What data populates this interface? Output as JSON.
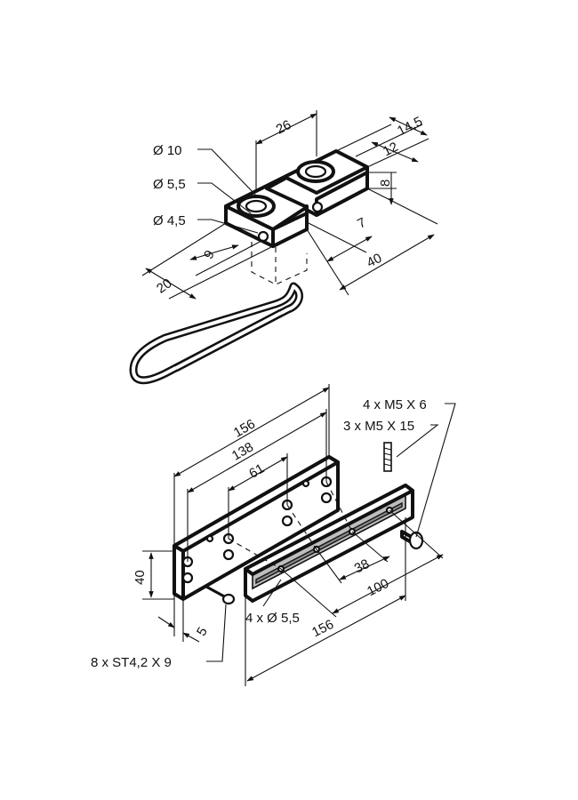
{
  "upper_part": {
    "callouts": {
      "d10": "Ø 10",
      "d55": "Ø 5,5",
      "d45": "Ø 4,5"
    },
    "dims": {
      "d26": "26",
      "d145": "14,5",
      "d12": "12",
      "d8": "8",
      "d7": "7",
      "d40": "40",
      "d9": "9",
      "d20": "20"
    }
  },
  "lower_part": {
    "callouts": {
      "m5x6": "4 x M5 X 6",
      "m5x15": "3 x M5 X 15",
      "holes": "4 x Ø 5,5",
      "screws": "8 x ST4,2 X 9"
    },
    "dims": {
      "d156_top": "156",
      "d138": "138",
      "d61": "61",
      "d40": "40",
      "d5": "5",
      "d38": "38",
      "d100": "100",
      "d156_bottom": "156"
    }
  }
}
